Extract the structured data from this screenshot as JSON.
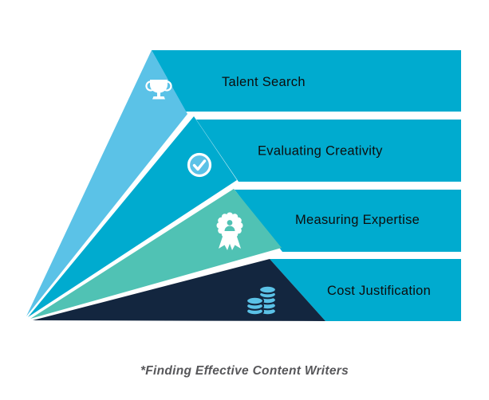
{
  "colors": {
    "bar": "#00ABCF",
    "light_blue": "#5BC2E7",
    "teal": "#50C2B4",
    "navy": "#13263F",
    "icon_white": "#FFFFFF",
    "label_text": "#0D0D0D",
    "footnote_text": "#57575A",
    "background": "#FFFFFF"
  },
  "rows": [
    {
      "id": "talent-search",
      "label": "Talent Search",
      "icon": "trophy-icon",
      "wedge_color": "#5BC2E7"
    },
    {
      "id": "evaluating-creativity",
      "label": "Evaluating Creativity",
      "icon": "check-circle-icon",
      "wedge_color": "#00ABCF"
    },
    {
      "id": "measuring-expertise",
      "label": "Measuring Expertise",
      "icon": "award-ribbon-icon",
      "wedge_color": "#50C2B4"
    },
    {
      "id": "cost-justification",
      "label": "Cost Justification",
      "icon": "coins-icon",
      "wedge_color": "#13263F"
    }
  ],
  "footnote": "*Finding Effective Content Writers"
}
